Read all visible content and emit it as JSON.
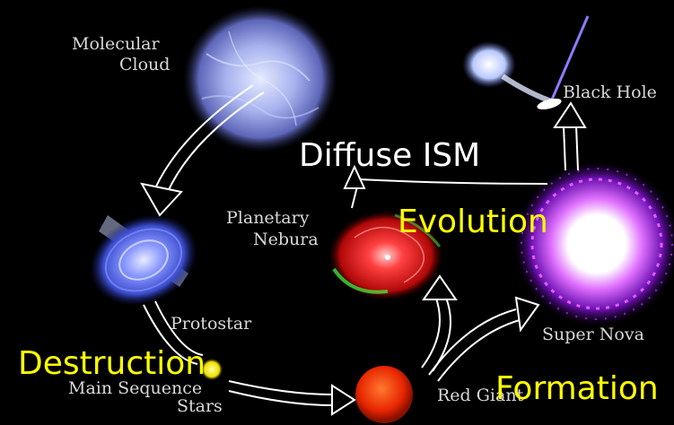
{
  "labels": {
    "molecular_cloud_line1": "Molecular",
    "molecular_cloud_line2": "Cloud",
    "black_hole": "Black Hole",
    "planetary_nebula_line1": "Planetary",
    "planetary_nebula_line2": "Nebura",
    "protostar": "Protostar",
    "super_nova": "Super Nova",
    "main_sequence_line1": "Main Sequence",
    "main_sequence_line2": "Stars",
    "red_giant": "Red Giant"
  },
  "overlays": {
    "diffuse_ism": "Diffuse ISM",
    "evolution": "Evolution",
    "destruction": "Destruction",
    "formation": "Formation"
  },
  "colors": {
    "background": "#000000",
    "label_text": "#d8d8d8",
    "overlay_white": "#ffffff",
    "overlay_yellow": "#ffff00",
    "cloud": "#9aa6e6",
    "protostar_disk": "#5c6ee0",
    "nebula": "#d81818",
    "red_giant": "#ee2a00",
    "supernova_glow": "#c040ff",
    "black_hole_jet": "#8a7cff"
  }
}
